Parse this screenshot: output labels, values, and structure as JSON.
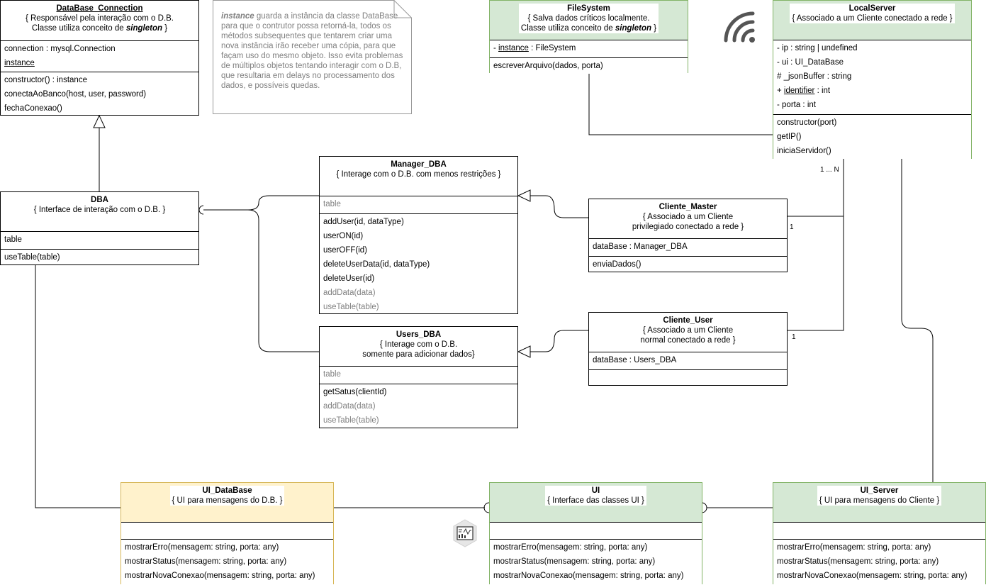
{
  "note": {
    "keyword": "instance",
    "text": " guarda a instância da classe DataBase para que o contrutor possa retorná-la, todos os métodos subsequentes que tentarem criar uma nova instância irão receber uma cópia, para que façam uso do mesmo objeto. Isso evita problemas de múltiplos objetos tentando interagir com o D.B, que resultaria em delays no processamento dos dados, e possíveis quedas."
  },
  "classes": {
    "database_connection": {
      "title": "DataBase_Connection",
      "subtitle_a": "{ Responsável pela interação com o D.B.\nClasse utiliza conceito de ",
      "subtitle_em": "singleton",
      "subtitle_b": " }",
      "attributes": [
        "connection : mysql.Connection",
        "instance"
      ],
      "methods": [
        "constructor() : instance",
        "conectaAoBanco(host, user, password)",
        "fechaConexao()"
      ]
    },
    "dba": {
      "title": "DBA",
      "subtitle": "{ Interface de interação com o D.B. }",
      "attributes": [
        "table"
      ],
      "methods": [
        "useTable(table)"
      ]
    },
    "manager_dba": {
      "title": "Manager_DBA",
      "subtitle": "{ Interage com o D.B. com menos restrições }",
      "attributes": [
        "table"
      ],
      "methods": [
        "addUser(id, dataType)",
        "userON(id)",
        "userOFF(id)",
        "deleteUserData(id, dataType)",
        "deleteUser(id)",
        "addData(data)",
        "useTable(table)"
      ]
    },
    "users_dba": {
      "title": "Users_DBA",
      "subtitle": "{ Interage com o D.B.\nsomente para adicionar dados}",
      "attributes": [
        "table"
      ],
      "methods": [
        "getSatus(clientId)",
        "addData(data)",
        "useTable(table)"
      ]
    },
    "filesystem": {
      "title": "FileSystem",
      "subtitle_a": "{ Salva dados críticos localmente.\nClasse utiliza conceito de ",
      "subtitle_em": "singleton",
      "subtitle_b": " }",
      "attr_prefix": "- ",
      "attr_name": "instance",
      "attr_type": " : FileSystem",
      "methods": [
        "escreverArquivo(dados, porta)"
      ]
    },
    "localserver": {
      "title": "LocalServer",
      "subtitle": "{ Associado a um Cliente conectado a rede }",
      "attributes": [
        "- ip : string | undefined",
        "- ui : UI_DataBase",
        "# _jsonBuffer : string"
      ],
      "attr_identifier_prefix": "+ ",
      "attr_identifier_name": "identifier",
      "attr_identifier_type": " : int",
      "attr_porta": "- porta : int",
      "methods": [
        "constructor(port)",
        "getIP()",
        "iniciaServidor()"
      ]
    },
    "cliente_master": {
      "title": "Cliente_Master",
      "subtitle": "{ Associado a um Cliente\nprivilegiado conectado a rede }",
      "attributes": [
        "dataBase : Manager_DBA"
      ],
      "methods": [
        "enviaDados()"
      ]
    },
    "cliente_user": {
      "title": "Cliente_User",
      "subtitle": "{ Associado a um Cliente\nnormal conectado a rede }",
      "attributes": [
        "dataBase : Users_DBA"
      ],
      "methods": []
    },
    "ui_database": {
      "title": "UI_DataBase",
      "subtitle": "{ UI para mensagens do D.B. }",
      "methods": [
        "mostrarErro(mensagem: string, porta: any)",
        "mostrarStatus(mensagem: string, porta: any)",
        "mostrarNovaConexao(mensagem: string, porta: any)"
      ]
    },
    "ui": {
      "title": "UI",
      "subtitle": "{ Interface das classes UI }",
      "methods": [
        "mostrarErro(mensagem: string, porta: any)",
        "mostrarStatus(mensagem: string, porta: any)",
        "mostrarNovaConexao(mensagem: string, porta: any)"
      ]
    },
    "ui_server": {
      "title": "UI_Server",
      "subtitle": "{ UI para mensagens do Cliente }",
      "methods": [
        "mostrarErro(mensagem: string, porta: any)",
        "mostrarStatus(mensagem: string, porta: any)",
        "mostrarNovaConexao(mensagem: string, porta: any)"
      ]
    }
  },
  "multiplicities": {
    "localserver_clients": "1 ... N",
    "cliente_master": "1",
    "cliente_user": "1"
  },
  "icons": [
    "wifi-icon",
    "dashboard-icon"
  ]
}
